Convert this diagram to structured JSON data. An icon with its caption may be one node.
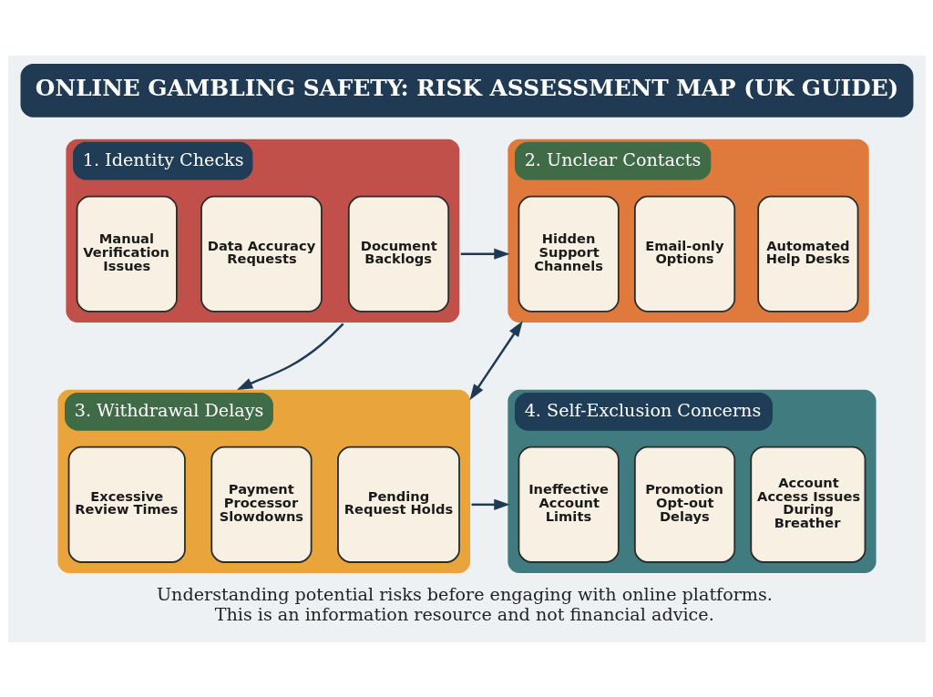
{
  "diagram": {
    "title": "ONLINE GAMBLING SAFETY: RISK ASSESSMENT MAP (UK GUIDE)",
    "caption": "Understanding potential risks before engaging with online platforms. This is an information resource and not financial advice.",
    "nodes": [
      {
        "text": [
          "1. Identity Checks"
        ]
      },
      {
        "text": [
          "Manual Verification Issues"
        ],
        "in": 0
      },
      {
        "text": [
          "Data Accuracy Requests"
        ],
        "in": 0
      },
      {
        "text": [
          "Document Backlogs"
        ],
        "in": 0
      },
      {
        "text": [
          "2. Unclear Contacts"
        ]
      },
      {
        "text": [
          "Hidden Support Channels"
        ],
        "in": 4
      },
      {
        "text": [
          "Email-only Options"
        ],
        "in": 4
      },
      {
        "text": [
          "Automated Help Desks"
        ],
        "in": 4
      },
      {
        "text": [
          "3. Withdrawal Delays"
        ]
      },
      {
        "text": [
          "Excessive Review Times"
        ],
        "in": 8
      },
      {
        "text": [
          "Payment Processor Slowdowns"
        ],
        "in": 8
      },
      {
        "text": [
          "Pending Request Holds"
        ],
        "in": 8
      },
      {
        "text": [
          "4. Self-Exclusion Concerns"
        ]
      },
      {
        "text": [
          "Ineffective Account Limits"
        ],
        "in": 12
      },
      {
        "text": [
          "Promotion Opt-out Delays"
        ],
        "in": 12
      },
      {
        "text": [
          "Account Access Issues During Breather"
        ],
        "in": 12
      }
    ],
    "edges": [
      {
        "from": 0,
        "to": 4,
        "arrow": "to"
      },
      {
        "from": 0,
        "to": 8,
        "arrow": "to"
      },
      {
        "from": 8,
        "to": 4,
        "arrow": "both"
      },
      {
        "from": 8,
        "to": 12,
        "arrow": "to"
      }
    ]
  }
}
